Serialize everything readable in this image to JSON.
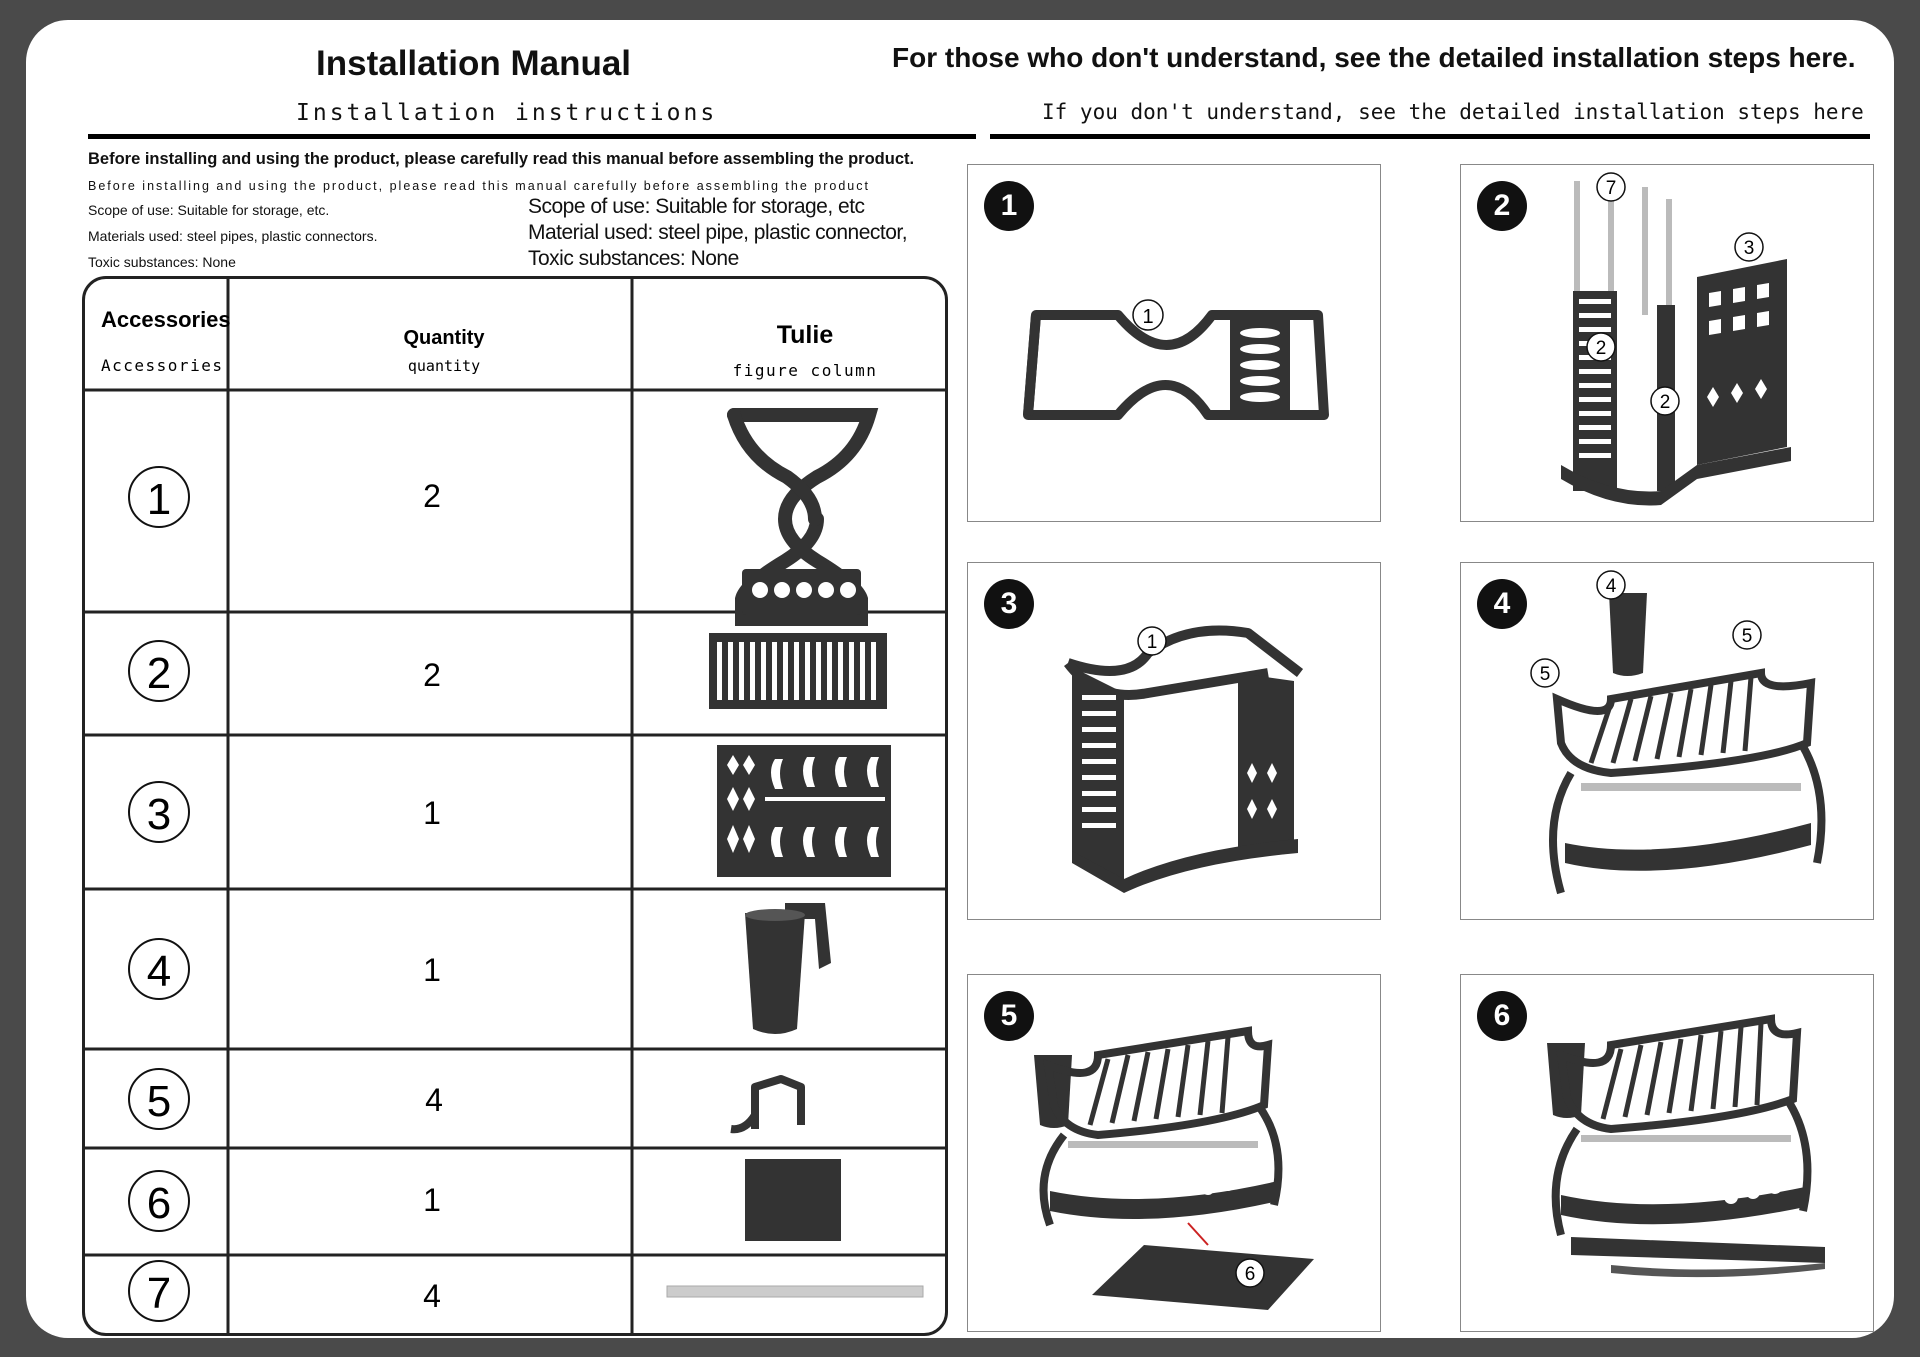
{
  "left_header": {
    "title": "Installation Manual",
    "subtitle": "Installation instructions",
    "intro_bold": "Before installing and using the product, please carefully read this manual before assembling the product.",
    "intro_small": "Before installing and using the product, please read this manual carefully before assembling the product",
    "specs_small": [
      "Scope of use: Suitable for storage, etc.",
      "Materials used: steel pipes, plastic connectors.",
      "Toxic substances: None"
    ],
    "specs_large": [
      "Scope of use: Suitable for storage, etc",
      "Material used: steel pipe, plastic connector,",
      "Toxic substances: None"
    ]
  },
  "table": {
    "headers": [
      {
        "main": "Accessories",
        "sub": "Accessories"
      },
      {
        "main": "Quantity",
        "sub": "quantity"
      },
      {
        "main": "Tulie",
        "sub": "figure column"
      }
    ],
    "rows": [
      {
        "part": "1",
        "quantity": "2"
      },
      {
        "part": "2",
        "quantity": "2"
      },
      {
        "part": "3",
        "quantity": "1"
      },
      {
        "part": "4",
        "quantity": "1"
      },
      {
        "part": "5",
        "quantity": "4"
      },
      {
        "part": "6",
        "quantity": "1"
      },
      {
        "part": "7",
        "quantity": "4"
      }
    ]
  },
  "right_header": {
    "title": "For those who don't understand, see the detailed installation steps here.",
    "subtitle": "If you don't understand, see the detailed installation steps here"
  },
  "steps": [
    {
      "number": "1",
      "callouts": [
        "1"
      ]
    },
    {
      "number": "2",
      "callouts": [
        "7",
        "2",
        "2",
        "3"
      ]
    },
    {
      "number": "3",
      "callouts": [
        "1"
      ]
    },
    {
      "number": "4",
      "callouts": [
        "4",
        "5",
        "5"
      ]
    },
    {
      "number": "5",
      "callouts": [
        "6"
      ]
    },
    {
      "number": "6",
      "callouts": []
    }
  ],
  "colors": {
    "ink": "#111111",
    "frame": "#4a4a4a",
    "gray_bar": "#cccccc"
  }
}
